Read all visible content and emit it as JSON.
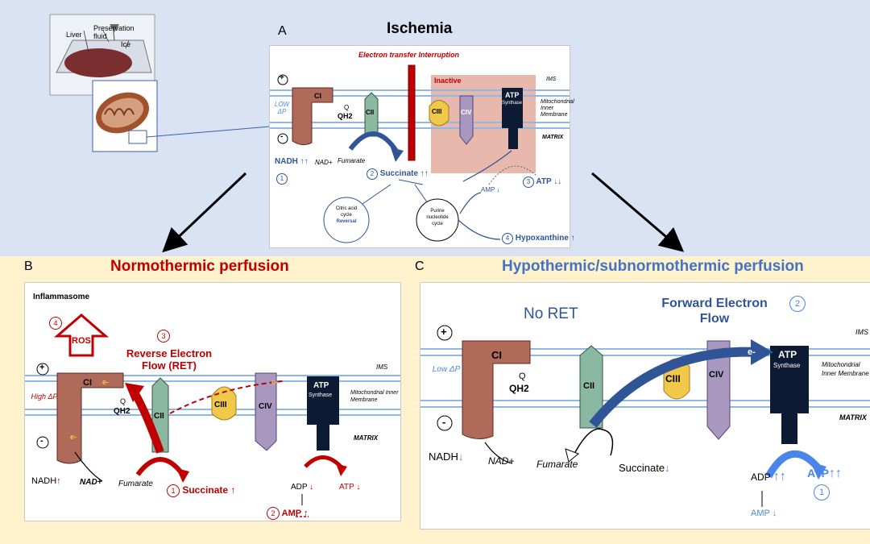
{
  "colors": {
    "red": "#c00000",
    "blue": "#2f5597",
    "lightblue": "#4a86e8",
    "ci": "#b06a5a",
    "cii": "#8ab8a0",
    "ciii": "#f0c94a",
    "civ": "#a898c0",
    "atp": "#0d1a33",
    "membrane": "#8eb8e8",
    "topband": "#dae3f3",
    "bottomband": "#fff2cc"
  },
  "inset": {
    "liver": "Liver",
    "fluid": "Preservation fluid",
    "ice": "Ice"
  },
  "A": {
    "letter": "A",
    "title": "Ischemia",
    "interruption": "Electron transfer Interruption",
    "inactive": "Inactive",
    "ims": "IMS",
    "membrane": "Mitochondrial Inner Membrane",
    "matrix": "MATRIX",
    "lowdp": "LOW ΔP",
    "plus": "+",
    "minus": "-",
    "ci": "CI",
    "cii": "CII",
    "ciii": "CIII",
    "civ": "CIV",
    "atp": "ATP",
    "synthase": "Synthase",
    "q": "Q",
    "qh2": "QH2",
    "nadh": "NADH",
    "nadplus": "NAD+",
    "fumarate": "Fumarate",
    "succinate": "Succinate",
    "n1": "1",
    "n2": "2",
    "n3": "3",
    "n4": "4",
    "amp": "AMP",
    "atp3": "ATP",
    "cac1": "Citric acid",
    "cac2": "cycle",
    "cac3": "Reversal",
    "pnc1": "Purine",
    "pnc2": "nucleotide",
    "pnc3": "cycle",
    "hypox": "Hypoxanthine"
  },
  "B": {
    "letter": "B",
    "title": "Normothermic perfusion",
    "inflammasome": "Inflammasome",
    "ros": "ROS",
    "n4": "4",
    "n3": "3",
    "ret1": "Reverse Electron",
    "ret2": "Flow (RET)",
    "ims": "IMS",
    "membrane": "Mitochondrial Inner Membrane",
    "matrix": "MATRIX",
    "highdp": "High ΔP",
    "plus": "+",
    "minus": "-",
    "ci": "CI",
    "cii": "CII",
    "ciii": "CIII",
    "civ": "CIV",
    "atp": "ATP",
    "synthase": "Synthase",
    "e": "e-",
    "q": "Q",
    "qh2": "QH2",
    "nadh": "NADH",
    "nadplus": "NAD+",
    "fumarate": "Fumarate",
    "n1": "1",
    "succinate": "Succinate",
    "adp": "ADP",
    "atp2": "ATP",
    "n2": "2",
    "amp": "AMP"
  },
  "C": {
    "letter": "C",
    "title": "Hypothermic/subnormothermic perfusion",
    "noret": "No RET",
    "fef1": "Forward Electron",
    "fef2": "Flow",
    "n2": "2",
    "ims": "IMS",
    "membrane": "Mitochondrial Inner Membrane",
    "matrix": "MATRIX",
    "lowdp": "Low ΔP",
    "plus": "+",
    "minus": "-",
    "ci": "CI",
    "cii": "CII",
    "ciii": "CIII",
    "civ": "CIV",
    "atp": "ATP",
    "synthase": "Synthase",
    "e": "e-",
    "q": "Q",
    "qh2": "QH2",
    "nadh": "NADH",
    "nadplus": "NAD+",
    "fumarate": "Fumarate",
    "succinate": "Succinate",
    "adp": "ADP",
    "atp2": "ATP",
    "n1": "1",
    "amp": "AMP"
  }
}
